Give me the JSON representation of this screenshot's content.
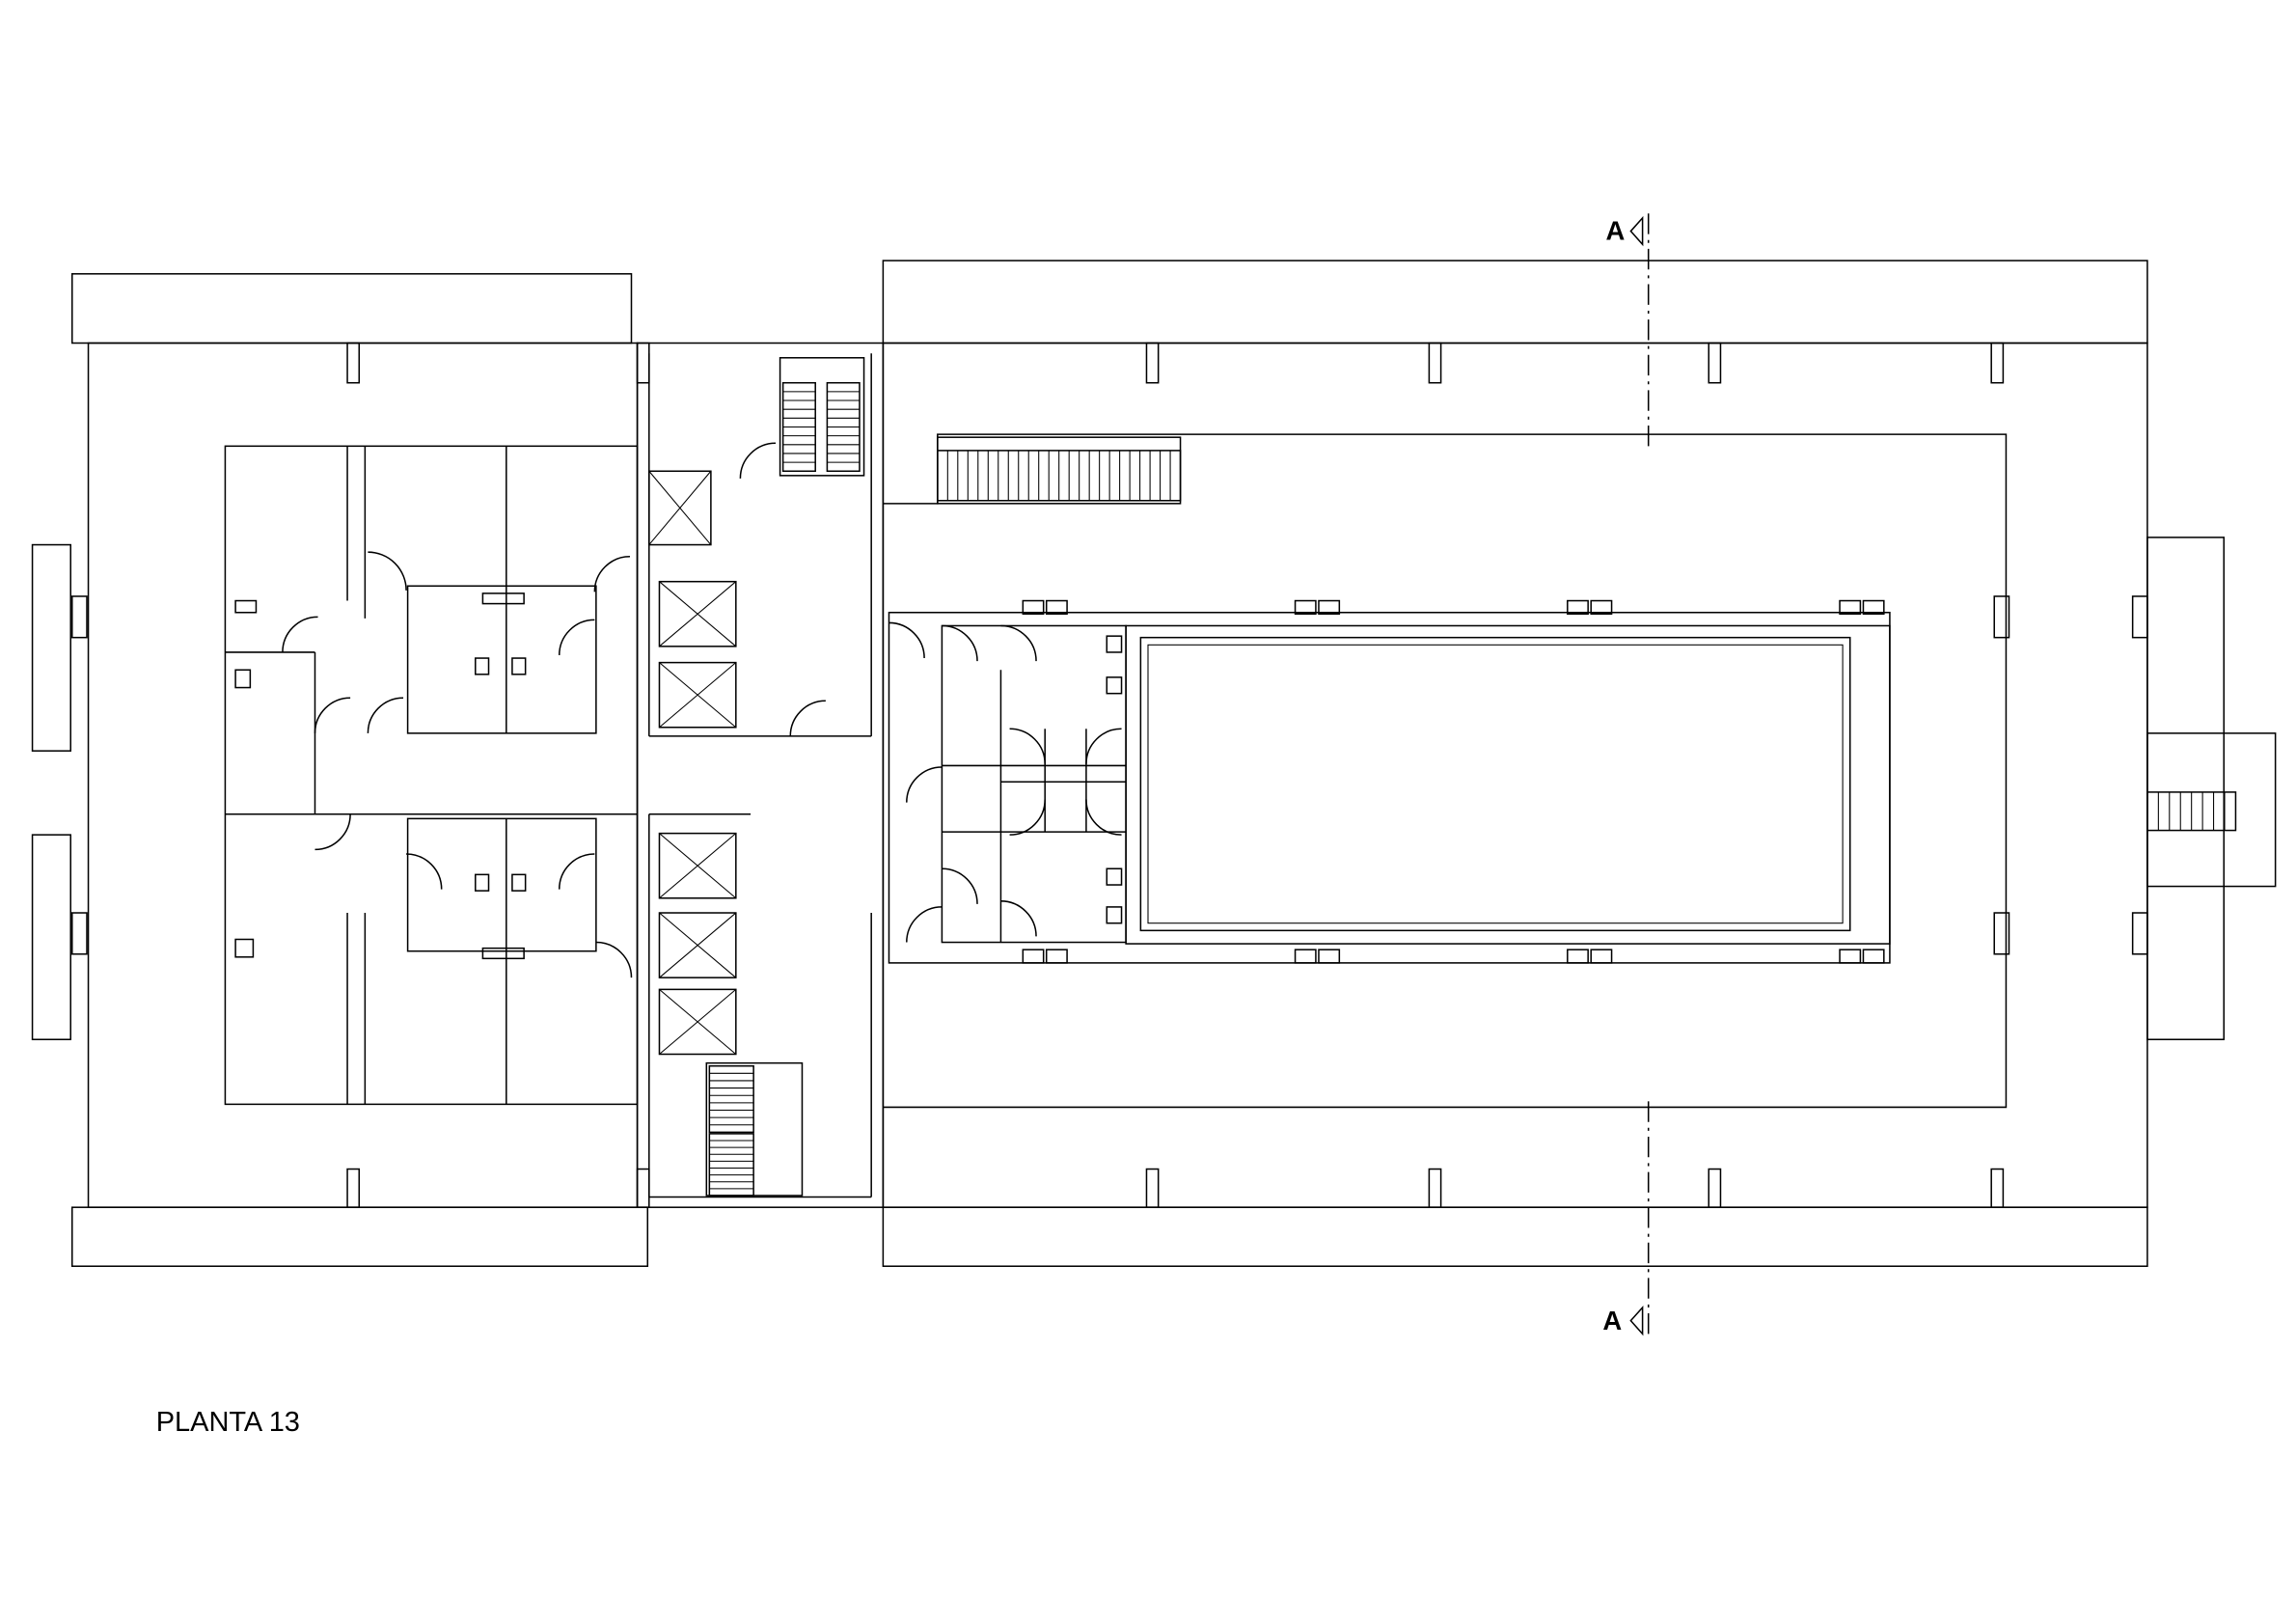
{
  "drawing": {
    "title": "PLANTA 13",
    "section_marker_top": "A",
    "section_marker_bottom": "A",
    "line_color": "#000000",
    "background": "#ffffff"
  }
}
